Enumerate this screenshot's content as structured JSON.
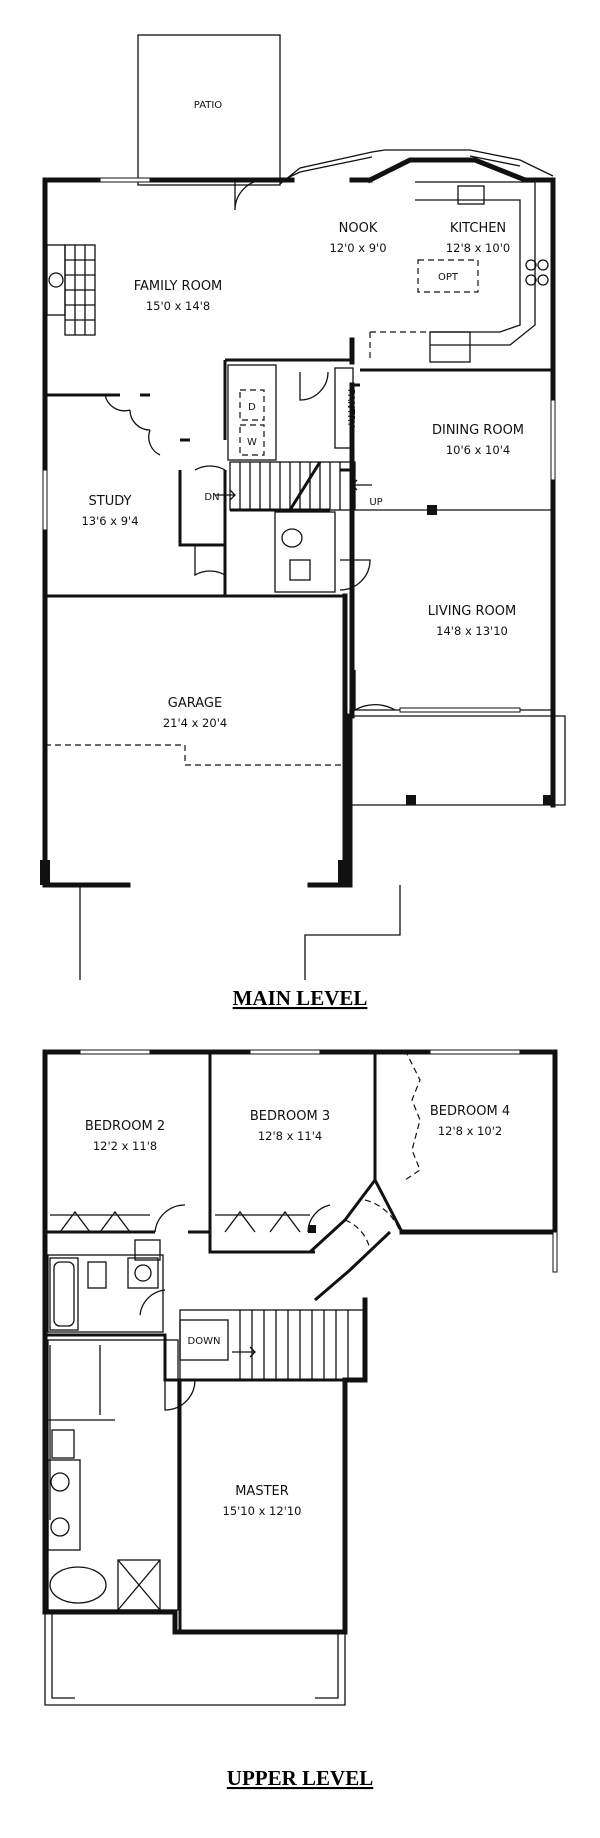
{
  "main_level": {
    "title": "MAIN LEVEL",
    "rooms": {
      "patio": {
        "name": "PATIO"
      },
      "nook": {
        "name": "NOOK",
        "dims": "12'0 x 9'0"
      },
      "kitchen": {
        "name": "KITCHEN",
        "dims": "12'8 x 10'0"
      },
      "family": {
        "name": "FAMILY ROOM",
        "dims": "15'0 x 14'8"
      },
      "dining": {
        "name": "DINING ROOM",
        "dims": "10'6 x 10'4"
      },
      "study": {
        "name": "STUDY",
        "dims": "13'6 x 9'4"
      },
      "living": {
        "name": "LIVING ROOM",
        "dims": "14'8 x 13'10"
      },
      "garage": {
        "name": "GARAGE",
        "dims": "21'4 x 20'4"
      }
    },
    "labels": {
      "opt": "OPT",
      "pantry": "PANTRY",
      "dn": "DN",
      "up": "UP",
      "dryer": "D",
      "washer": "W"
    }
  },
  "upper_level": {
    "title": "UPPER LEVEL",
    "rooms": {
      "bed2": {
        "name": "BEDROOM 2",
        "dims": "12'2 x 11'8"
      },
      "bed3": {
        "name": "BEDROOM 3",
        "dims": "12'8 x 11'4"
      },
      "bed4": {
        "name": "BEDROOM 4",
        "dims": "12'8 x 10'2"
      },
      "master": {
        "name": "MASTER",
        "dims": "15'10 x 12'10"
      }
    },
    "labels": {
      "down": "DOWN"
    }
  }
}
